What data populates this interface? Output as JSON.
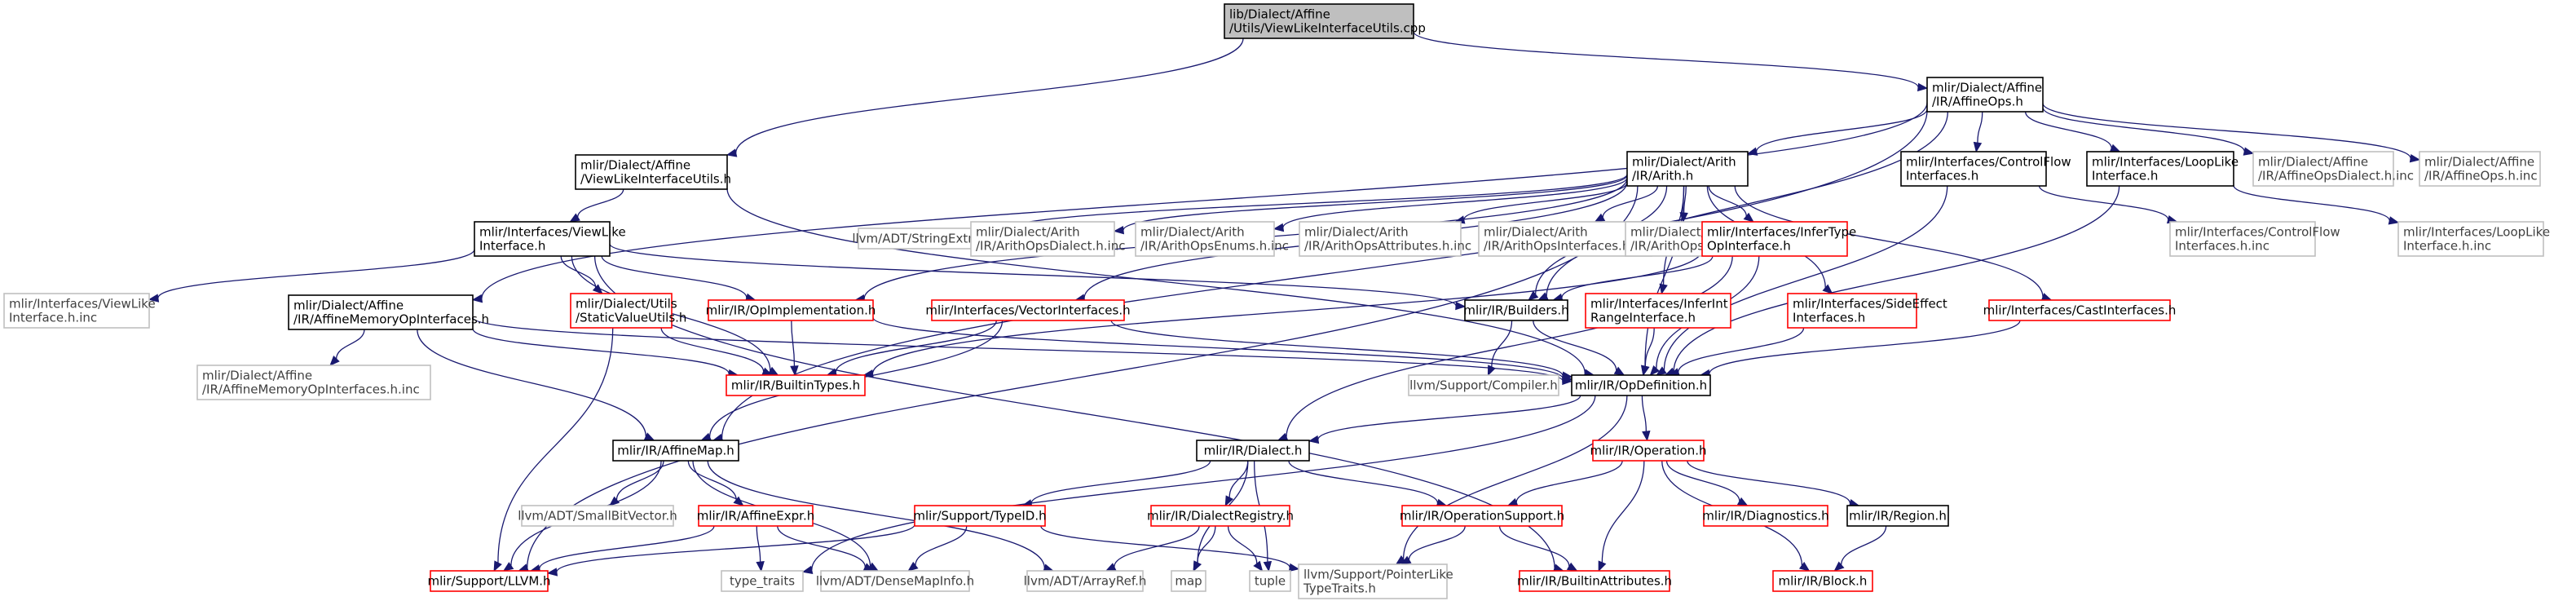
{
  "colors": {
    "edge": "#191970",
    "root_fill": "#bfbfbf",
    "root_border": "#000000",
    "normal_border": "#000000",
    "red_border": "#ff0000",
    "gray_border": "#bfbfbf",
    "text": "#000000",
    "inc_text": "#404040"
  },
  "nodes": [
    {
      "id": "root",
      "lines": [
        "lib/Dialect/Affine",
        "/Utils/ViewLikeInterfaceUtils.cpp"
      ],
      "style": "root"
    },
    {
      "id": "affineops",
      "lines": [
        "mlir/Dialect/Affine",
        "/IR/AffineOps.h"
      ],
      "style": "normal"
    },
    {
      "id": "vliu",
      "lines": [
        "mlir/Dialect/Affine",
        "/ViewLikeInterfaceUtils.h"
      ],
      "style": "normal"
    },
    {
      "id": "arith",
      "lines": [
        "mlir/Dialect/Arith",
        "/IR/Arith.h"
      ],
      "style": "normal"
    },
    {
      "id": "cflow",
      "lines": [
        "mlir/Interfaces/ControlFlow",
        "Interfaces.h"
      ],
      "style": "normal"
    },
    {
      "id": "looplike",
      "lines": [
        "mlir/Interfaces/LoopLike",
        "Interface.h"
      ],
      "style": "normal"
    },
    {
      "id": "affdialectinc",
      "lines": [
        "mlir/Dialect/Affine",
        "/IR/AffineOpsDialect.h.inc"
      ],
      "style": "gray"
    },
    {
      "id": "affopsinc",
      "lines": [
        "mlir/Dialect/Affine",
        "/IR/AffineOps.h.inc"
      ],
      "style": "gray"
    },
    {
      "id": "viewlike",
      "lines": [
        "mlir/Interfaces/ViewLike",
        "Interface.h"
      ],
      "style": "normal"
    },
    {
      "id": "stringextras",
      "lines": [
        "llvm/ADT/StringExtras.h"
      ],
      "style": "gray"
    },
    {
      "id": "arithdialectinc",
      "lines": [
        "mlir/Dialect/Arith",
        "/IR/ArithOpsDialect.h.inc"
      ],
      "style": "gray"
    },
    {
      "id": "arithenumsinc",
      "lines": [
        "mlir/Dialect/Arith",
        "/IR/ArithOpsEnums.h.inc"
      ],
      "style": "gray"
    },
    {
      "id": "arithattrinc",
      "lines": [
        "mlir/Dialect/Arith",
        "/IR/ArithOpsAttributes.h.inc"
      ],
      "style": "gray"
    },
    {
      "id": "arithifaceinc",
      "lines": [
        "mlir/Dialect/Arith",
        "/IR/ArithOpsInterfaces.h.inc"
      ],
      "style": "gray"
    },
    {
      "id": "arithopsinc",
      "lines": [
        "mlir/Dialect/Arith",
        "/IR/ArithOps.h.inc"
      ],
      "style": "gray"
    },
    {
      "id": "infertype",
      "lines": [
        "mlir/Interfaces/InferType",
        "OpInterface.h"
      ],
      "style": "red"
    },
    {
      "id": "cflowinc",
      "lines": [
        "mlir/Interfaces/ControlFlow",
        "Interfaces.h.inc"
      ],
      "style": "gray"
    },
    {
      "id": "looplikeinc",
      "lines": [
        "mlir/Interfaces/LoopLike",
        "Interface.h.inc"
      ],
      "style": "gray"
    },
    {
      "id": "viewlikeinc",
      "lines": [
        "mlir/Interfaces/ViewLike",
        "Interface.h.inc"
      ],
      "style": "gray"
    },
    {
      "id": "affmemiface",
      "lines": [
        "mlir/Dialect/Affine",
        "/IR/AffineMemoryOpInterfaces.h"
      ],
      "style": "normal"
    },
    {
      "id": "staticvalue",
      "lines": [
        "mlir/Dialect/Utils",
        "/StaticValueUtils.h"
      ],
      "style": "red"
    },
    {
      "id": "opimpl",
      "lines": [
        "mlir/IR/OpImplementation.h"
      ],
      "style": "red"
    },
    {
      "id": "vectoriface",
      "lines": [
        "mlir/Interfaces/VectorInterfaces.h"
      ],
      "style": "red"
    },
    {
      "id": "builders",
      "lines": [
        "mlir/IR/Builders.h"
      ],
      "style": "normal"
    },
    {
      "id": "inferint",
      "lines": [
        "mlir/Interfaces/InferInt",
        "RangeInterface.h"
      ],
      "style": "red"
    },
    {
      "id": "sideeffect",
      "lines": [
        "mlir/Interfaces/SideEffect",
        "Interfaces.h"
      ],
      "style": "red"
    },
    {
      "id": "castiface",
      "lines": [
        "mlir/Interfaces/CastInterfaces.h"
      ],
      "style": "red"
    },
    {
      "id": "affmemifaceinc",
      "lines": [
        "mlir/Dialect/Affine",
        "/IR/AffineMemoryOpInterfaces.h.inc"
      ],
      "style": "gray"
    },
    {
      "id": "builtintypes",
      "lines": [
        "mlir/IR/BuiltinTypes.h"
      ],
      "style": "red"
    },
    {
      "id": "compiler",
      "lines": [
        "llvm/Support/Compiler.h"
      ],
      "style": "gray"
    },
    {
      "id": "opdef",
      "lines": [
        "mlir/IR/OpDefinition.h"
      ],
      "style": "normal"
    },
    {
      "id": "affinemap",
      "lines": [
        "mlir/IR/AffineMap.h"
      ],
      "style": "normal"
    },
    {
      "id": "dialect",
      "lines": [
        "mlir/IR/Dialect.h"
      ],
      "style": "normal"
    },
    {
      "id": "operation",
      "lines": [
        "mlir/IR/Operation.h"
      ],
      "style": "red"
    },
    {
      "id": "smallbitvector",
      "lines": [
        "llvm/ADT/SmallBitVector.h"
      ],
      "style": "gray"
    },
    {
      "id": "affineexpr",
      "lines": [
        "mlir/IR/AffineExpr.h"
      ],
      "style": "red"
    },
    {
      "id": "typeid",
      "lines": [
        "mlir/Support/TypeID.h"
      ],
      "style": "red"
    },
    {
      "id": "dialectreg",
      "lines": [
        "mlir/IR/DialectRegistry.h"
      ],
      "style": "red"
    },
    {
      "id": "opsupport",
      "lines": [
        "mlir/IR/OperationSupport.h"
      ],
      "style": "red"
    },
    {
      "id": "diagnostics",
      "lines": [
        "mlir/IR/Diagnostics.h"
      ],
      "style": "red"
    },
    {
      "id": "region",
      "lines": [
        "mlir/IR/Region.h"
      ],
      "style": "normal"
    },
    {
      "id": "llvmh",
      "lines": [
        "mlir/Support/LLVM.h"
      ],
      "style": "red"
    },
    {
      "id": "typetraits",
      "lines": [
        "type_traits"
      ],
      "style": "gray"
    },
    {
      "id": "densemapinfo",
      "lines": [
        "llvm/ADT/DenseMapInfo.h"
      ],
      "style": "gray"
    },
    {
      "id": "arrayref",
      "lines": [
        "llvm/ADT/ArrayRef.h"
      ],
      "style": "gray"
    },
    {
      "id": "map",
      "lines": [
        "map"
      ],
      "style": "gray"
    },
    {
      "id": "tuple",
      "lines": [
        "tuple"
      ],
      "style": "gray"
    },
    {
      "id": "pointerlike",
      "lines": [
        "llvm/Support/PointerLike",
        "TypeTraits.h"
      ],
      "style": "gray"
    },
    {
      "id": "builtinattrs",
      "lines": [
        "mlir/IR/BuiltinAttributes.h"
      ],
      "style": "red"
    },
    {
      "id": "block",
      "lines": [
        "mlir/IR/Block.h"
      ],
      "style": "red"
    }
  ],
  "edges": [
    [
      "root",
      "affineops"
    ],
    [
      "root",
      "vliu"
    ],
    [
      "affineops",
      "arith"
    ],
    [
      "affineops",
      "cflow"
    ],
    [
      "affineops",
      "looplike"
    ],
    [
      "affineops",
      "affdialectinc"
    ],
    [
      "affineops",
      "affopsinc"
    ],
    [
      "affineops",
      "affmemiface"
    ],
    [
      "affineops",
      "affinemap"
    ],
    [
      "affineops",
      "builders"
    ],
    [
      "vliu",
      "viewlike"
    ],
    [
      "vliu",
      "opdef"
    ],
    [
      "arith",
      "stringextras"
    ],
    [
      "arith",
      "arithdialectinc"
    ],
    [
      "arith",
      "arithenumsinc"
    ],
    [
      "arith",
      "arithattrinc"
    ],
    [
      "arith",
      "arithifaceinc"
    ],
    [
      "arith",
      "arithopsinc"
    ],
    [
      "arith",
      "infertype"
    ],
    [
      "arith",
      "opimpl"
    ],
    [
      "arith",
      "vectoriface"
    ],
    [
      "arith",
      "builders"
    ],
    [
      "arith",
      "inferint"
    ],
    [
      "arith",
      "sideeffect"
    ],
    [
      "arith",
      "castiface"
    ],
    [
      "arith",
      "opdef"
    ],
    [
      "arith",
      "llvmh"
    ],
    [
      "cflow",
      "cflowinc"
    ],
    [
      "cflow",
      "opdef"
    ],
    [
      "looplike",
      "looplikeinc"
    ],
    [
      "looplike",
      "opdef"
    ],
    [
      "viewlike",
      "viewlikeinc"
    ],
    [
      "viewlike",
      "staticvalue"
    ],
    [
      "viewlike",
      "opimpl"
    ],
    [
      "viewlike",
      "builtintypes"
    ],
    [
      "viewlike",
      "builders"
    ],
    [
      "viewlike",
      "builtinattrs"
    ],
    [
      "infertype",
      "builders"
    ],
    [
      "infertype",
      "opdef"
    ],
    [
      "infertype",
      "builtintypes"
    ],
    [
      "infertype",
      "dialect"
    ],
    [
      "affmemiface",
      "affmemifaceinc"
    ],
    [
      "affmemiface",
      "opdef"
    ],
    [
      "affmemiface",
      "builtintypes"
    ],
    [
      "affmemiface",
      "affinemap"
    ],
    [
      "staticvalue",
      "builtintypes"
    ],
    [
      "staticvalue",
      "llvmh"
    ],
    [
      "opimpl",
      "builtintypes"
    ],
    [
      "opimpl",
      "opdef"
    ],
    [
      "vectoriface",
      "builtintypes"
    ],
    [
      "vectoriface",
      "opdef"
    ],
    [
      "vectoriface",
      "affinemap"
    ],
    [
      "builders",
      "compiler"
    ],
    [
      "builders",
      "opdef"
    ],
    [
      "inferint",
      "opdef"
    ],
    [
      "sideeffect",
      "opdef"
    ],
    [
      "castiface",
      "opdef"
    ],
    [
      "opdef",
      "dialect"
    ],
    [
      "opdef",
      "operation"
    ],
    [
      "opdef",
      "typetraits"
    ],
    [
      "opdef",
      "pointerlike"
    ],
    [
      "affinemap",
      "smallbitvector"
    ],
    [
      "affinemap",
      "affineexpr"
    ],
    [
      "affinemap",
      "llvmh"
    ],
    [
      "affinemap",
      "densemapinfo"
    ],
    [
      "affinemap",
      "arrayref"
    ],
    [
      "dialect",
      "typeid"
    ],
    [
      "dialect",
      "dialectreg"
    ],
    [
      "dialect",
      "opsupport"
    ],
    [
      "dialect",
      "map"
    ],
    [
      "dialect",
      "tuple"
    ],
    [
      "operation",
      "opsupport"
    ],
    [
      "operation",
      "diagnostics"
    ],
    [
      "operation",
      "region"
    ],
    [
      "operation",
      "block"
    ],
    [
      "operation",
      "builtinattrs"
    ],
    [
      "affineexpr",
      "llvmh"
    ],
    [
      "affineexpr",
      "typetraits"
    ],
    [
      "affineexpr",
      "densemapinfo"
    ],
    [
      "typeid",
      "llvmh"
    ],
    [
      "typeid",
      "densemapinfo"
    ],
    [
      "typeid",
      "pointerlike"
    ],
    [
      "dialectreg",
      "arrayref"
    ],
    [
      "dialectreg",
      "map"
    ],
    [
      "dialectreg",
      "tuple"
    ],
    [
      "opsupport",
      "builtinattrs"
    ],
    [
      "opsupport",
      "pointerlike"
    ],
    [
      "region",
      "block"
    ]
  ]
}
